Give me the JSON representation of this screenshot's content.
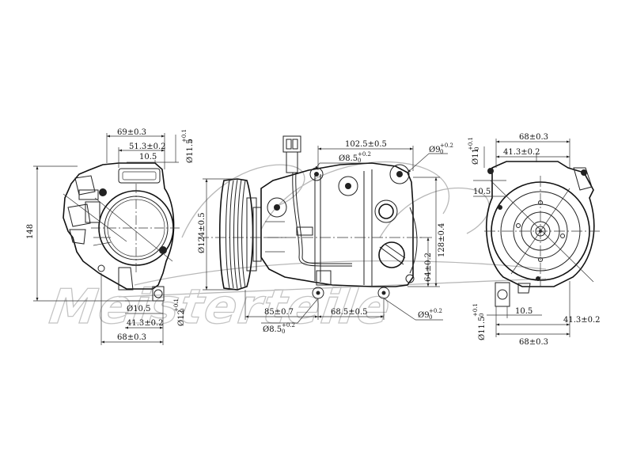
{
  "watermark": {
    "text": "Meisterteile"
  },
  "left_view": {
    "dims": {
      "width_top": "69±0.3",
      "inner_width": "51.3±0.2",
      "lug": "10.5",
      "hole_top_dia": "Ø11.5",
      "hole_top_tol_upper": "+0.1",
      "hole_top_tol_lower": "0",
      "height": "148",
      "hole_dia": "Ø10.5",
      "hole_12_dia": "Ø12",
      "hole_12_tol_upper": "+0.1",
      "hole_12_tol_lower": "0",
      "inner_bottom": "41.3±0.2",
      "width_bottom": "68±0.3"
    }
  },
  "side_view": {
    "dims": {
      "length_top": "102.5±0.5",
      "hole9_dia": "Ø9",
      "hole9_tol_upper": "+0.2",
      "hole9_tol_lower": "0",
      "hole85_dia": "Ø8.5",
      "hole85_tol_upper": "+0.2",
      "hole85_tol_lower": "0",
      "pulley_dia": "Ø124±0.5",
      "height_128": "128±0.4",
      "height_64": "64±0.2",
      "offset_85": "85±0.7",
      "offset_68": "68.5±0.5",
      "hole85b_dia": "Ø8.5",
      "hole85b_tol_upper": "+0.2",
      "hole85b_tol_lower": "0",
      "hole9b_dia": "Ø9",
      "hole9b_tol_upper": "+0.2",
      "hole9b_tol_lower": "0"
    }
  },
  "right_view": {
    "dims": {
      "width_top": "68±0.3",
      "inner_top": "41.3±0.2",
      "hole_top_dia": "Ø11",
      "hole_top_tol_upper": "+0.1",
      "hole_top_tol_lower": "0",
      "lug_top": "10.5",
      "lug_bottom": "10.5",
      "inner_bottom": "41.3±0.2",
      "hole_bottom_dia": "Ø11.5",
      "hole_bottom_tol_upper": "+0.1",
      "hole_bottom_tol_lower": "0",
      "width_bottom": "68±0.3"
    }
  }
}
